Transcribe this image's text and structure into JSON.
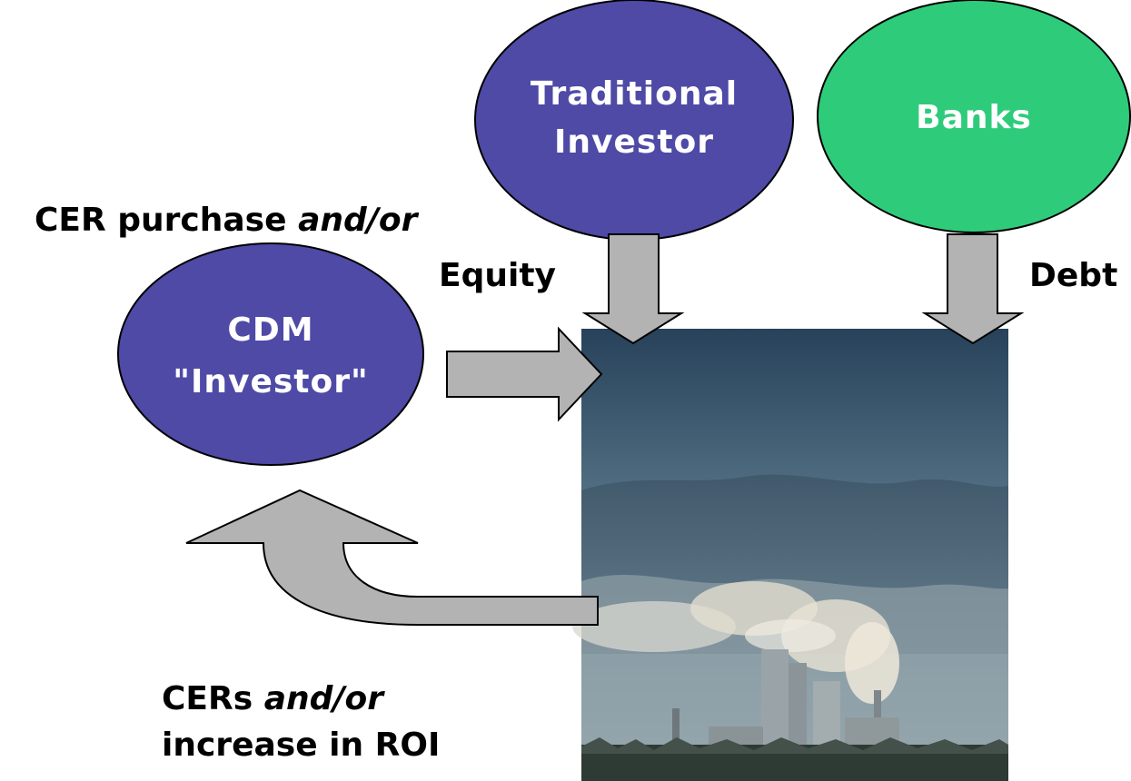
{
  "colors": {
    "investor_fill": "#4e4aa6",
    "bank_fill": "#2ecc7a",
    "arrow_fill": "#b3b3b3",
    "sky_top": "#2f4a5e",
    "sky_bottom": "#8ea3ad"
  },
  "nodes": {
    "traditional_investor": {
      "line1": "Traditional",
      "line2": "Investor"
    },
    "banks": {
      "label": "Banks"
    },
    "cdm_investor": {
      "line1": "CDM",
      "line2": "\"Investor\""
    }
  },
  "labels": {
    "cer_purchase": "CER purchase ",
    "cer_purchase_italic": "and/or",
    "equity": "Equity",
    "debt": "Debt",
    "cers": "CERs ",
    "cers_italic": "and/or",
    "roi": "increase in ROI"
  },
  "image": {
    "description_icon": "power-plant-photo"
  }
}
